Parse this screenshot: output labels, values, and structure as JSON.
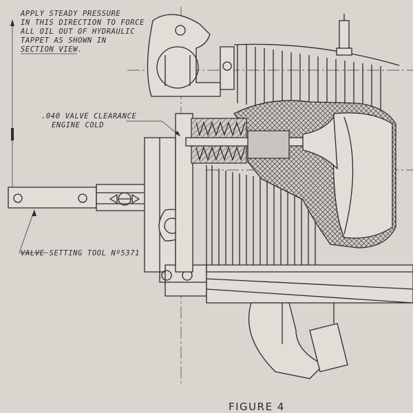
{
  "notes": {
    "pressure_note": [
      "APPLY STEADY PRESSURE",
      "IN THIS DIRECTION TO FORCE",
      "ALL OIL OUT OF HYDRAULIC",
      "TAPPET AS SHOWN IN",
      "SECTION VIEW."
    ],
    "clearance_note": [
      ".040 VALVE CLEARANCE",
      "ENGINE COLD"
    ],
    "tool_note": "VALVE SETTING TOOL Nº5371",
    "figure_caption": "FIGURE 4"
  },
  "colors": {
    "paper": "#d9d5cf",
    "ink": "#2a2a2e",
    "section_fill": "#c9c4bd"
  }
}
